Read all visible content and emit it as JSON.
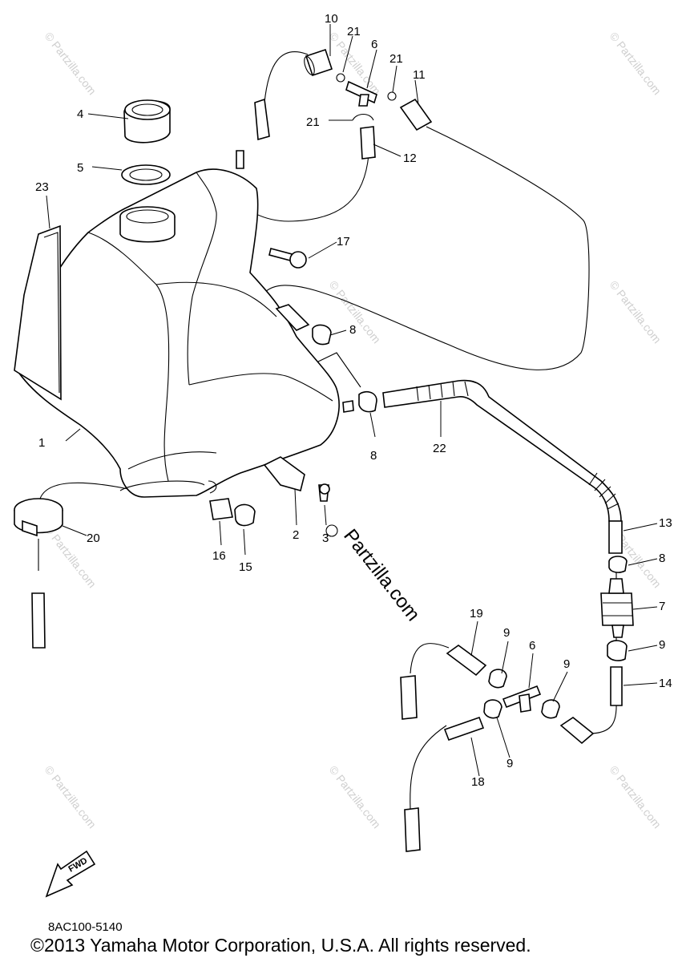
{
  "callouts": [
    {
      "id": "1",
      "label": "1"
    },
    {
      "id": "2",
      "label": "2"
    },
    {
      "id": "3",
      "label": "3"
    },
    {
      "id": "4",
      "label": "4"
    },
    {
      "id": "5",
      "label": "5"
    },
    {
      "id": "6a",
      "label": "6"
    },
    {
      "id": "6b",
      "label": "6"
    },
    {
      "id": "7",
      "label": "7"
    },
    {
      "id": "8a",
      "label": "8"
    },
    {
      "id": "8b",
      "label": "8"
    },
    {
      "id": "8c",
      "label": "8"
    },
    {
      "id": "9a",
      "label": "9"
    },
    {
      "id": "9b",
      "label": "9"
    },
    {
      "id": "9c",
      "label": "9"
    },
    {
      "id": "9d",
      "label": "9"
    },
    {
      "id": "10",
      "label": "10"
    },
    {
      "id": "11",
      "label": "11"
    },
    {
      "id": "12",
      "label": "12"
    },
    {
      "id": "13",
      "label": "13"
    },
    {
      "id": "14",
      "label": "14"
    },
    {
      "id": "15",
      "label": "15"
    },
    {
      "id": "16",
      "label": "16"
    },
    {
      "id": "17",
      "label": "17"
    },
    {
      "id": "18",
      "label": "18"
    },
    {
      "id": "19",
      "label": "19"
    },
    {
      "id": "20",
      "label": "20"
    },
    {
      "id": "21a",
      "label": "21"
    },
    {
      "id": "21b",
      "label": "21"
    },
    {
      "id": "21c",
      "label": "21"
    },
    {
      "id": "22",
      "label": "22"
    },
    {
      "id": "23",
      "label": "23"
    }
  ],
  "fwd_label": "FWD",
  "watermark_text": "© Partzilla.com",
  "watermark_center": "Partzilla.com",
  "doc_code": "8AC100-5140",
  "copyright": "©2013 Yamaha Motor Corporation, U.S.A. All rights reserved."
}
